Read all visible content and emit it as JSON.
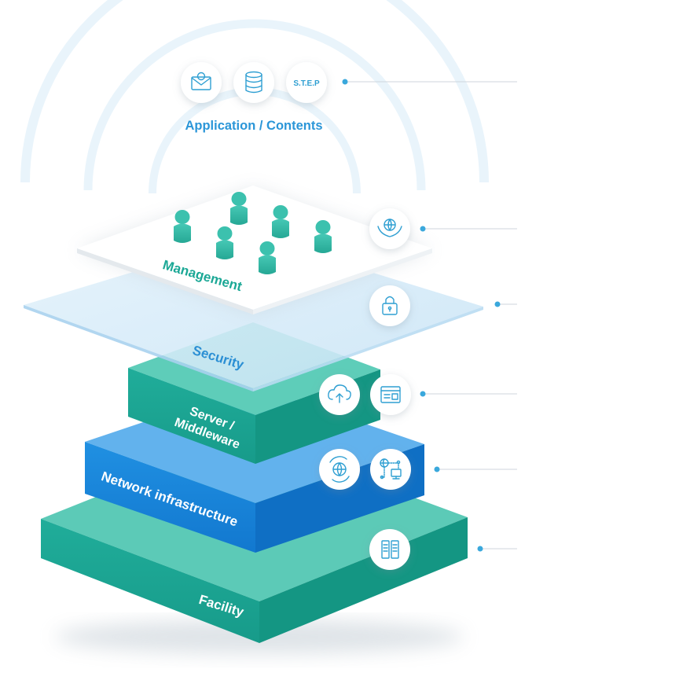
{
  "app": {
    "label": "Application / Contents",
    "step_label": "S.T.E.P",
    "icons": [
      "email-icon",
      "database-icon",
      "step-icon"
    ]
  },
  "management": {
    "label": "Management",
    "icons": [
      "globe-hands-icon"
    ]
  },
  "security": {
    "label": "Security",
    "icons": [
      "lock-icon"
    ]
  },
  "server": {
    "label_line1": "Server /",
    "label_line2": "Middleware",
    "icons": [
      "cloud-upload-icon",
      "web-page-icon"
    ]
  },
  "network": {
    "label": "Network infrastructure",
    "icons": [
      "globe-target-icon",
      "network-topology-icon"
    ]
  },
  "facility": {
    "label": "Facility",
    "icons": [
      "server-rack-icon"
    ]
  },
  "colors": {
    "teal_top": "#5dcdb9",
    "teal_front": "#1fa896",
    "teal_text": "#1aa897",
    "blue_top": "#60b0ec",
    "blue_front": "#1a86dd",
    "blue_text": "#1c8fd9",
    "glass": "#d8ecf9",
    "arc": "#e9f4fb",
    "connector_dot": "#3aa8dc",
    "connector_line": "#cfd6dc",
    "icon_stroke": "#2f9fd2"
  }
}
